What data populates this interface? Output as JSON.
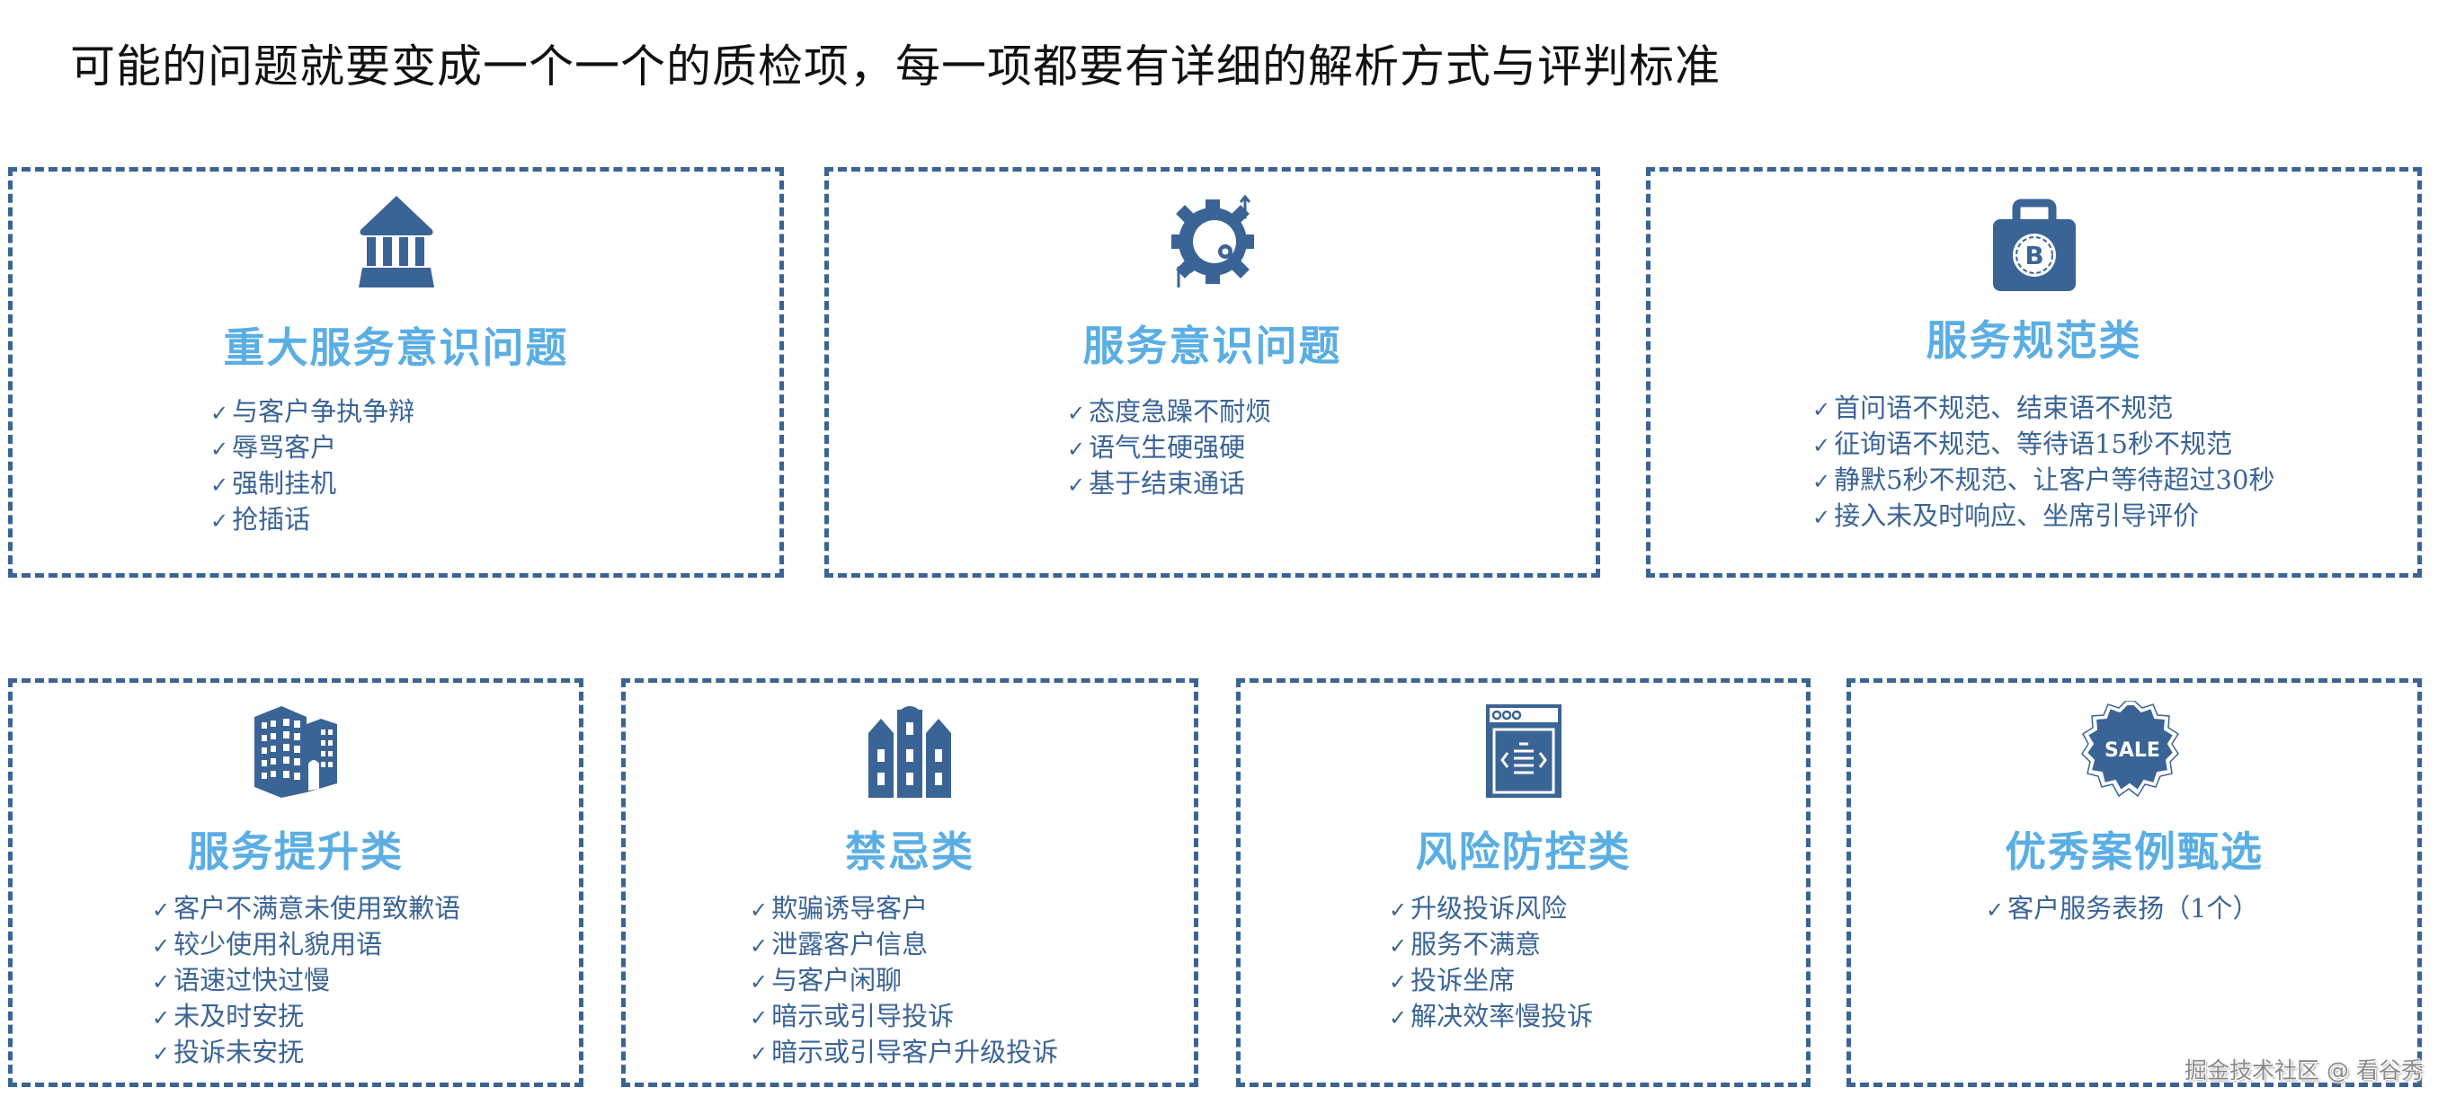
{
  "title": "可能的问题就要变成一个一个的质检项，每一项都要有详细的解析方式与评判标准",
  "colors": {
    "border": "#3a6496",
    "icon": "#3a6496",
    "heading": "#5aaee4",
    "list_text": "#3a6496"
  },
  "check_glyph": "✓",
  "cards": [
    {
      "icon": "bank-icon",
      "heading": "重大服务意识问题",
      "items": [
        "与客户争执争辩",
        "辱骂客户",
        "强制挂机",
        "抢插话"
      ]
    },
    {
      "icon": "gear-arrows-icon",
      "heading": "服务意识问题",
      "items": [
        "态度急躁不耐烦",
        "语气生硬强硬",
        "基于结束通话"
      ]
    },
    {
      "icon": "bitcoin-briefcase-icon",
      "heading": "服务规范类",
      "items": [
        "首问语不规范、结束语不规范",
        "征询语不规范、等待语15秒不规范",
        "静默5秒不规范、让客户等待超过30秒",
        "接入未及时响应、坐席引导评价"
      ]
    },
    {
      "icon": "office-buildings-icon",
      "heading": "服务提升类",
      "items": [
        "客户不满意未使用致歉语",
        "较少使用礼貌用语",
        "语速过快过慢",
        "未及时安抚",
        "投诉未安抚"
      ]
    },
    {
      "icon": "city-buildings-icon",
      "heading": "禁忌类",
      "items": [
        "欺骗诱导客户",
        "泄露客户信息",
        "与客户闲聊",
        "暗示或引导投诉",
        "暗示或引导客户升级投诉"
      ]
    },
    {
      "icon": "code-window-icon",
      "heading": "风险防控类",
      "items": [
        "升级投诉风险",
        "服务不满意",
        "投诉坐席",
        "解决效率慢投诉"
      ]
    },
    {
      "icon": "sale-badge-icon",
      "heading": "优秀案例甄选",
      "items": [
        "客户服务表扬（1个）"
      ],
      "badge_text": "SALE"
    }
  ],
  "watermark": "掘金技术社区 @ 看谷秀"
}
